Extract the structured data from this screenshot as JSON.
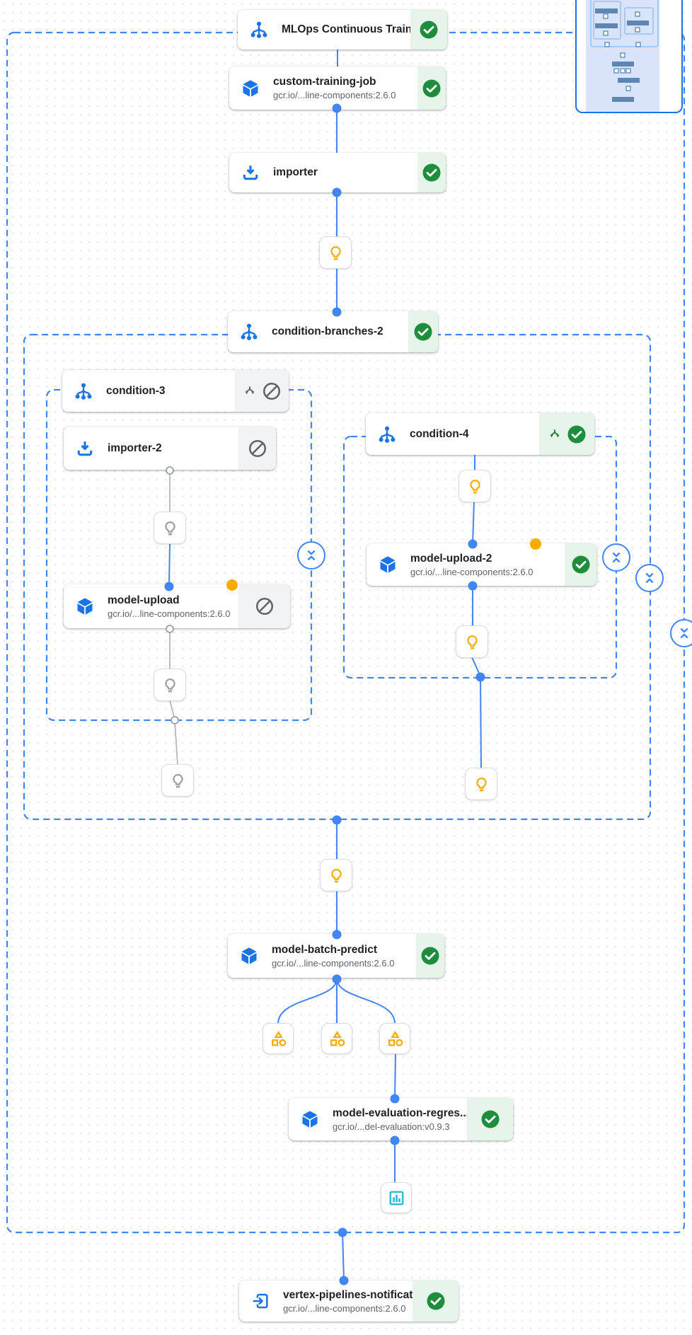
{
  "pipeline": {
    "nodes": {
      "mlops": {
        "title": "MLOps Continuous Traini...",
        "status": "succeeded"
      },
      "custom_training_job": {
        "title": "custom-training-job",
        "subtitle": "gcr.io/...line-components:2.6.0",
        "status": "succeeded"
      },
      "importer": {
        "title": "importer",
        "status": "succeeded"
      },
      "condition_branches_2": {
        "title": "condition-branches-2",
        "status": "succeeded"
      },
      "condition_3": {
        "title": "condition-3",
        "status": "skipped",
        "badge": "condition-split"
      },
      "importer_2": {
        "title": "importer-2",
        "status": "skipped"
      },
      "model_upload": {
        "title": "model-upload",
        "subtitle": "gcr.io/...line-components:2.6.0",
        "status": "skipped",
        "marker": "yellow-dot"
      },
      "condition_4": {
        "title": "condition-4",
        "status": "succeeded",
        "badge": "condition-split"
      },
      "model_upload_2": {
        "title": "model-upload-2",
        "subtitle": "gcr.io/...line-components:2.6.0",
        "status": "succeeded",
        "marker": "yellow-dot"
      },
      "model_batch_predict": {
        "title": "model-batch-predict",
        "subtitle": "gcr.io/...line-components:2.6.0",
        "status": "succeeded"
      },
      "model_evaluation": {
        "title": "model-evaluation-regres...",
        "subtitle": "gcr.io/...del-evaluation:v0.9.3",
        "status": "succeeded"
      },
      "vertex_notification": {
        "title": "vertex-pipelines-notificat...",
        "subtitle": "gcr.io/...line-components:2.6.0",
        "status": "succeeded"
      }
    },
    "artifacts": {
      "lightbulb_count": 8,
      "metrics_count": 3,
      "html_chart_count": 1
    },
    "icons": {
      "condition": "fork-icon",
      "container_task": "cube-icon",
      "importer_task": "download-icon",
      "notification_task": "exit-icon",
      "artifact": "lightbulb-icon",
      "metrics_artifact": "category-icon",
      "chart_artifact": "chart-icon",
      "succeeded": "check-circle-icon",
      "skipped": "blocked-icon",
      "collapse": "unfold-less-icon"
    },
    "colors": {
      "accent_blue": "#1a73e8",
      "line_blue": "#4285f4",
      "success_green": "#1e8e3e",
      "success_bg": "#e6f4ea",
      "skipped_bg": "#f1f3f4",
      "skipped_gray": "#5f6368",
      "artifact_amber": "#f9ab00",
      "chart_teal": "#21b6cd"
    }
  }
}
